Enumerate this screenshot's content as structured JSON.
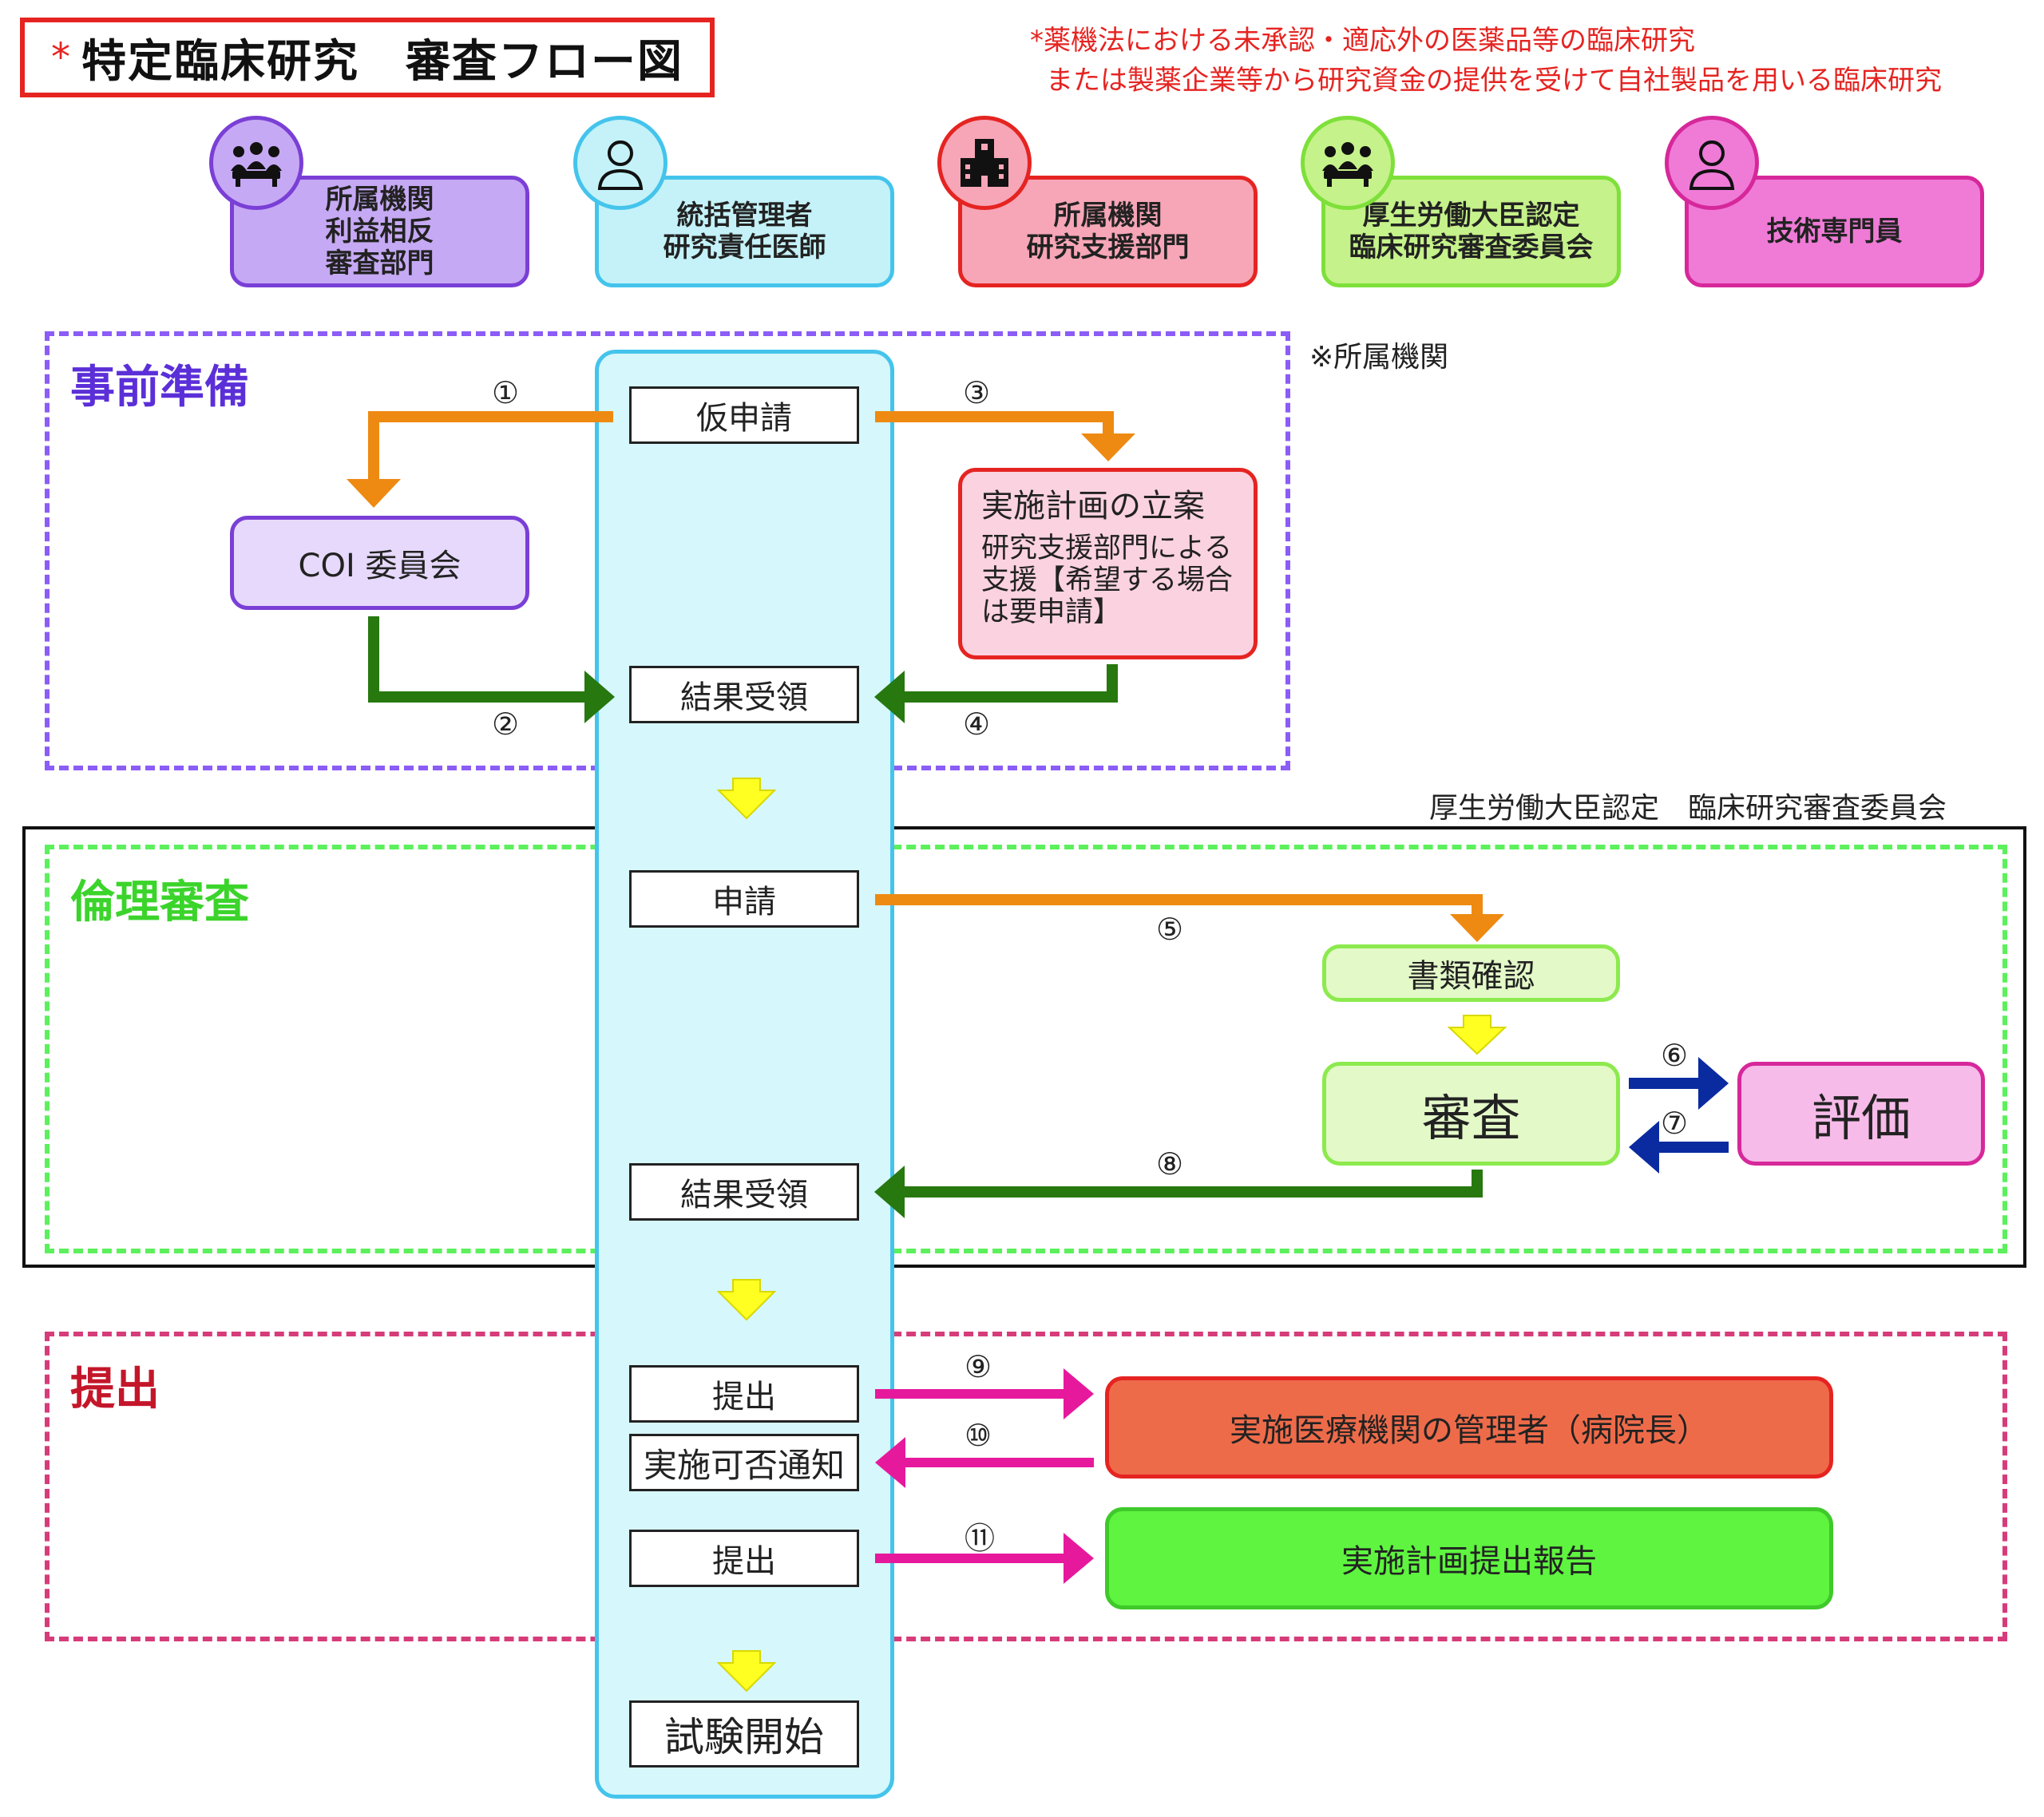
{
  "title": {
    "asterisk": "*",
    "text": "特定臨床研究　審査フロー図"
  },
  "note": {
    "line1": "*薬機法における未承認・適応外の医薬品等の臨床研究",
    "line2": "または製薬企業等から研究資金の提供を受けて自社製品を用いる臨床研究"
  },
  "roles": [
    {
      "label": "所属機関\n利益相反\n審査部門",
      "icon": "group-icon",
      "fill": "#c6a9f4",
      "border": "#7a3fd6"
    },
    {
      "label": "統括管理者\n研究責任医師",
      "icon": "person-icon",
      "fill": "#c4f2f8",
      "border": "#44c4ec"
    },
    {
      "label": "所属機関\n研究支援部門",
      "icon": "building-icon",
      "fill": "#f7a6b7",
      "border": "#e52421"
    },
    {
      "label": "厚生労働大臣認定\n臨床研究審査委員会",
      "icon": "group-icon",
      "fill": "#c5f28a",
      "border": "#7ee03a"
    },
    {
      "label": "技術専門員",
      "icon": "person-icon",
      "fill": "#ef7bd7",
      "border": "#d6289a"
    }
  ],
  "labels": {
    "affiliated_note": "※所属機関",
    "committee_note": "厚生労働大臣認定　臨床研究審査委員会"
  },
  "phases": {
    "prep": "事前準備",
    "ethics": "倫理審査",
    "submit": "提出"
  },
  "steps": {
    "provisional": "仮申請",
    "result1": "結果受領",
    "apply": "申請",
    "result2": "結果受領",
    "submit1": "提出",
    "notify": "実施可否通知",
    "submit2": "提出",
    "start": "試験開始"
  },
  "boxes": {
    "coi": "COI 委員会",
    "plan_title": "実施計画の立案",
    "plan_body": "研究支援部門による\n支援【希望する場合\nは要申請】",
    "docs": "書類確認",
    "review": "審査",
    "evaluate": "評価",
    "hospital": "実施医療機関の管理者（病院長）",
    "report": "実施計画提出報告"
  },
  "numbers": [
    "①",
    "②",
    "③",
    "④",
    "⑤",
    "⑥",
    "⑦",
    "⑧",
    "⑨",
    "⑩",
    "⑪"
  ],
  "colors": {
    "orange": "#ee8a12",
    "green": "#27780f",
    "navy": "#0a2ba0",
    "magenta": "#e6199d",
    "yellow": "#ffff22",
    "prep_border": "#8b5cf6",
    "ethics_border": "#5cf05c",
    "submit_border": "#d63c7a"
  }
}
